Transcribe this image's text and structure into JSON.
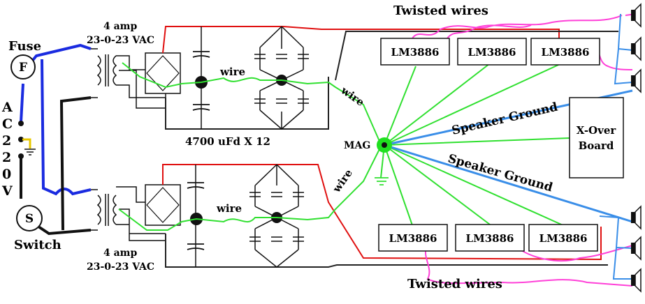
{
  "labels": {
    "fuse": "Fuse",
    "fuse_symbol": "F",
    "switch": "Switch",
    "switch_symbol": "S",
    "ac_vertical": [
      "A",
      "C",
      "2",
      "2",
      "0",
      "V"
    ],
    "top_amp": "4 amp",
    "top_vac": "23-0-23 VAC",
    "bottom_amp": "4 amp",
    "bottom_vac": "23-0-23 VAC",
    "wire_top": "wire",
    "wire_bottom": "wire",
    "wire_diag_top": "wire",
    "wire_diag_bottom": "wire",
    "capacitors": "4700 uFd X 12",
    "mag": "MAG",
    "speaker_ground_top": "Speaker Ground",
    "speaker_ground_bottom": "Speaker Ground",
    "xover_line1": "X-Over",
    "xover_line2": "Board",
    "twisted_top": "Twisted wires",
    "twisted_bottom": "Twisted wires"
  },
  "chips_top": [
    "LM3886",
    "LM3886",
    "LM3886"
  ],
  "chips_bottom": [
    "LM3886",
    "LM3886",
    "LM3886"
  ],
  "colors": {
    "ac_wire": "#1a2be0",
    "ground_wire": "#30e030",
    "speaker_ground": "#3a8ee8",
    "positive_rail": "#e01010",
    "negative_rail": "#222222",
    "twisted": "#ff40d8",
    "earth": "#e8c800",
    "mag_star": "#20e020"
  }
}
